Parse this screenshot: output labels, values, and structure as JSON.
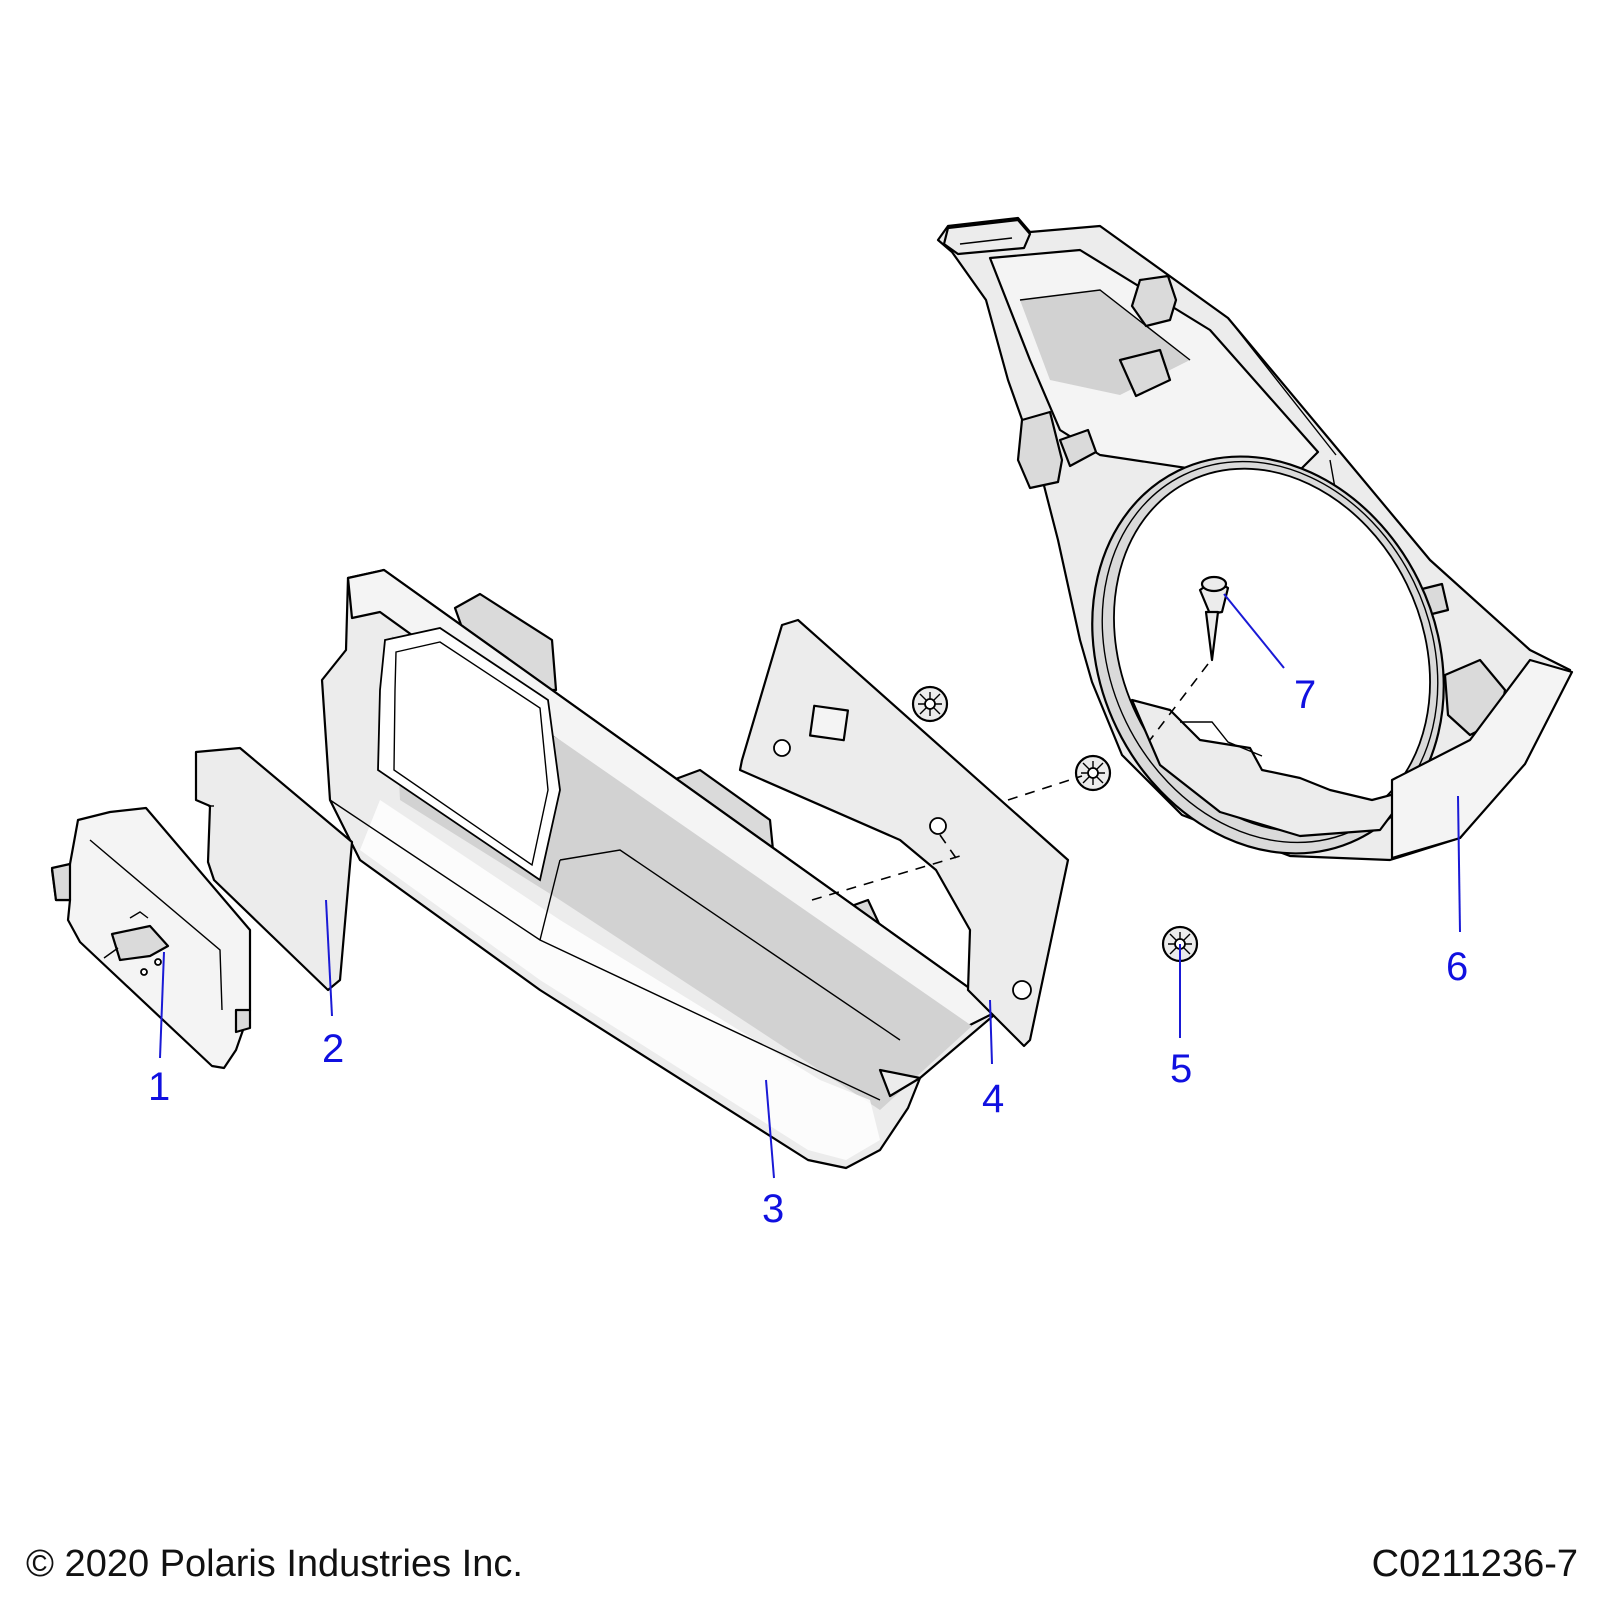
{
  "callouts": [
    {
      "id": "1",
      "label": "1"
    },
    {
      "id": "2",
      "label": "2"
    },
    {
      "id": "3",
      "label": "3"
    },
    {
      "id": "4",
      "label": "4"
    },
    {
      "id": "5",
      "label": "5"
    },
    {
      "id": "6",
      "label": "6"
    },
    {
      "id": "7",
      "label": "7"
    }
  ],
  "footer": {
    "copyright": "© 2020 Polaris Industries Inc.",
    "figure_id": "C0211236-7"
  },
  "colors": {
    "callout": "#1010e0",
    "part_fill": "#ececec",
    "line": "#000000"
  }
}
